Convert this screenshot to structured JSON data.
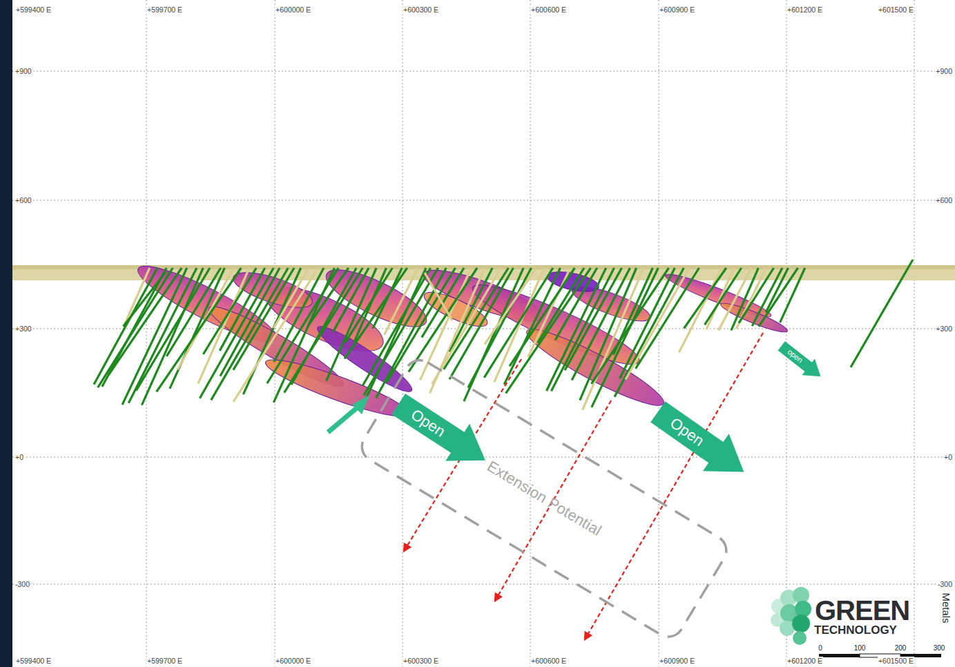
{
  "diagram": {
    "nodes": [
      {
        "text": [
          "Open"
        ]
      },
      {
        "text": [
          "Extension Potential"
        ]
      },
      {
        "text": [
          "Open"
        ]
      },
      {
        "text": [
          "open"
        ]
      }
    ],
    "labels": [
      "+599400 E",
      "+599700 E",
      "+600000 E",
      "+600300 E",
      "+600600 E",
      "+600900 E",
      "+601200 E",
      "+601500 E",
      "+900",
      "+600",
      "+300",
      "+0",
      "-300",
      "+900",
      "+600",
      "+300",
      "+0",
      "-300",
      "+599400 E",
      "+599700 E",
      "+600000 E",
      "+600300 E",
      "+600600 E",
      "+600900 E",
      "+601200 E",
      "+601500 E",
      "GREEN",
      "TECHNOLOGY",
      "Metals",
      "0",
      "100",
      "200",
      "300"
    ]
  }
}
